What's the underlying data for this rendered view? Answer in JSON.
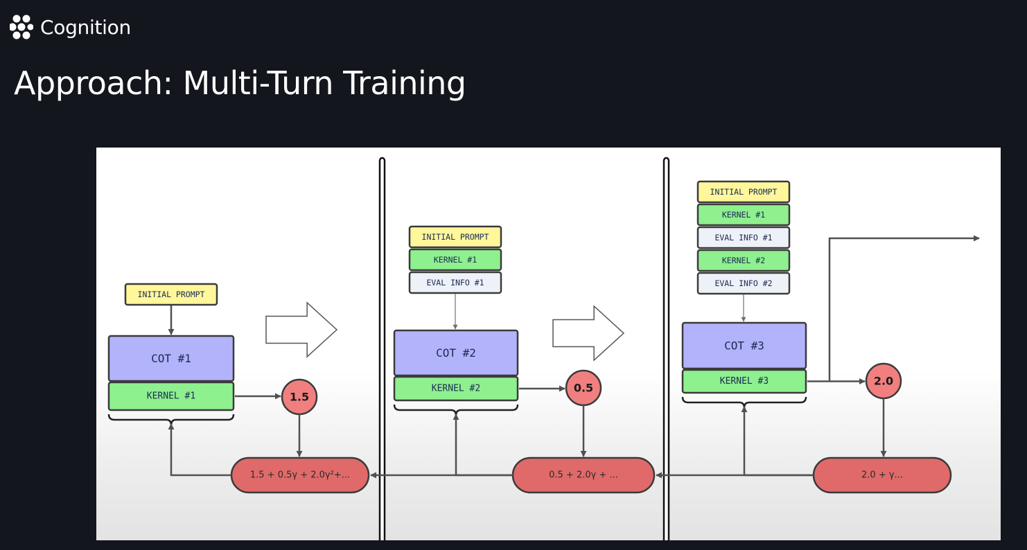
{
  "brand": {
    "name": "Cognition",
    "logo_icon": "hexagon-cluster-icon"
  },
  "title": "Approach: Multi-Turn Training",
  "colors": {
    "background": "#13161d",
    "prompt_box": "#fff79a",
    "kernel_box": "#8ef08e",
    "eval_box": "#eef1f8",
    "cot_box": "#b3b3fb",
    "reward_circle": "#f27f7f",
    "return_pill": "#e06a6a"
  },
  "turns": [
    {
      "context": [
        "INITIAL PROMPT"
      ],
      "cot": "COT #1",
      "kernel": "KERNEL #1",
      "reward": "1.5",
      "return": "1.5 + 0.5γ + 2.0γ²+..."
    },
    {
      "context": [
        "INITIAL PROMPT",
        "KERNEL #1",
        "EVAL INFO #1"
      ],
      "cot": "COT #2",
      "kernel": "KERNEL #2",
      "reward": "0.5",
      "return": "0.5 + 2.0γ + ..."
    },
    {
      "context": [
        "INITIAL PROMPT",
        "KERNEL #1",
        "EVAL INFO #1",
        "KERNEL #2",
        "EVAL INFO #2"
      ],
      "cot": "COT #3",
      "kernel": "KERNEL #3",
      "reward": "2.0",
      "return": "2.0 + γ..."
    }
  ]
}
